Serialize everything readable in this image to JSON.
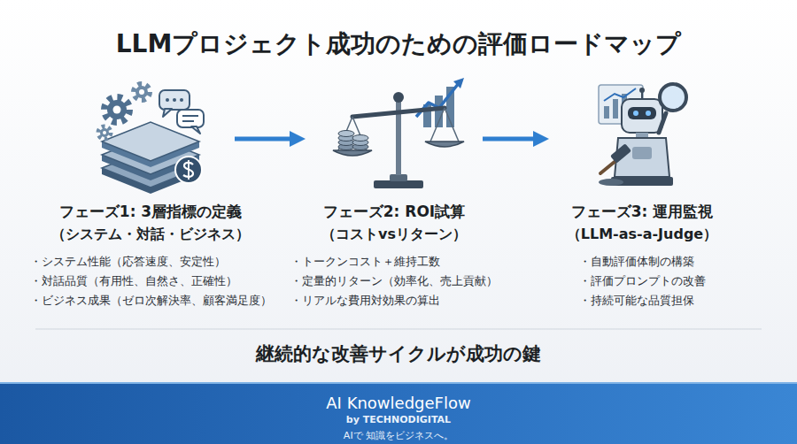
{
  "diagram": {
    "title": "LLMプロジェクト成功のための評価ロードマップ",
    "caption": "継続的な改善サイクルが成功の鍵",
    "nodes": [
      {
        "text": [
          "フェーズ1: 3層指標の定義",
          "（システム・対話・ビジネス）",
          "・システム性能（応答速度、安定性）",
          "・対話品質（有用性、自然さ、正確性）",
          "・ビジネス成果（ゼロ次解決率、顧客満足度）"
        ]
      },
      {
        "text": [
          "フェーズ2: ROI試算",
          "（コストvsリターン）",
          "・トークンコスト＋維持工数",
          "・定量的リターン（効率化、売上貢献）",
          "・リアルな費用対効果の算出"
        ]
      },
      {
        "text": [
          "フェーズ3: 運用監視",
          "（LLM-as-a-Judge）",
          "・自動評価体制の構築",
          "・評価プロンプトの改善",
          "・持続可能な品質担保"
        ]
      },
      {
        "text": [
          "AI KnowledgeFlow",
          "by TECHNODIGITAL",
          "AIで 知識をビジネスへ。"
        ]
      }
    ],
    "edges": [
      {
        "from": 0,
        "to": 1,
        "arrow": "to"
      },
      {
        "from": 1,
        "to": 2,
        "arrow": "to"
      }
    ]
  }
}
